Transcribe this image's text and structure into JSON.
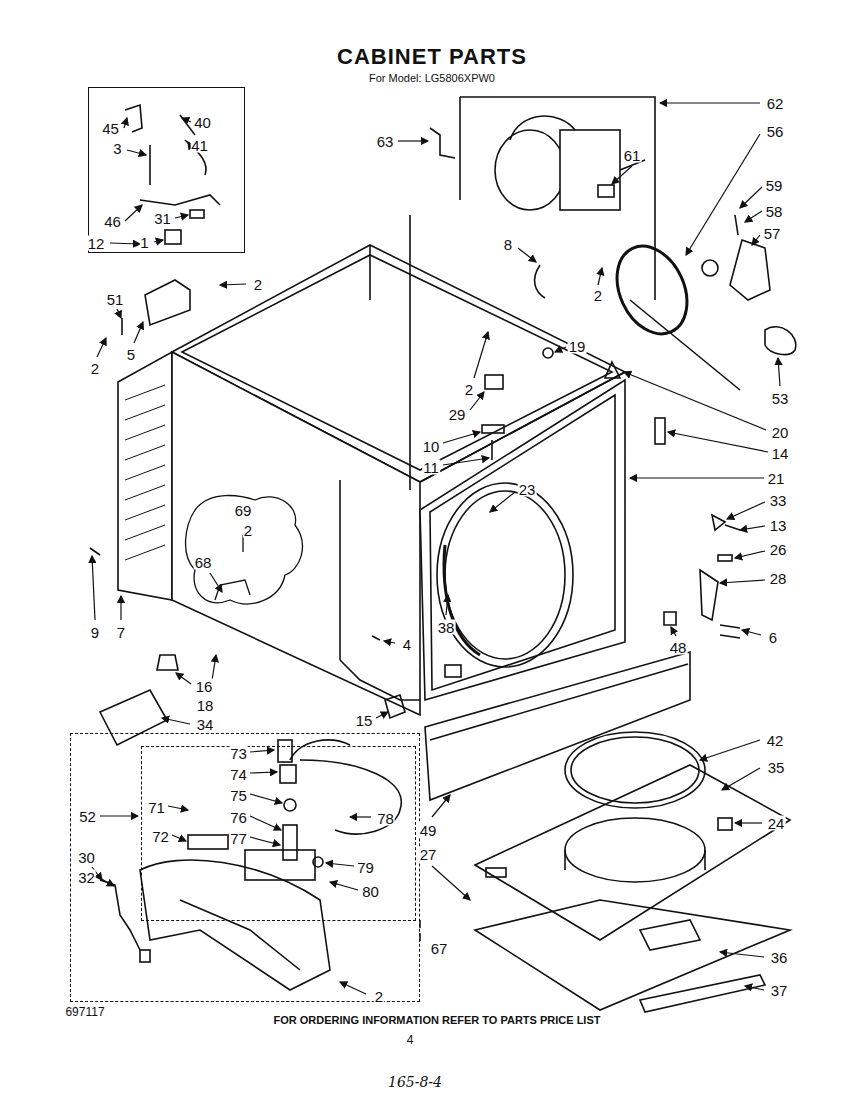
{
  "diagram": {
    "title": "CABINET PARTS",
    "nodes": [
      {
        "text": [
          "45",
          "40",
          "3",
          "41",
          "46",
          "31",
          "1"
        ]
      },
      {
        "text": [
          "52",
          "30",
          "32"
        ]
      },
      {
        "text": [
          "73",
          "74",
          "75",
          "71",
          "76",
          "77",
          "72",
          "78",
          "79",
          "80"
        ],
        "in": 1
      }
    ],
    "labels": [
      "For Model: LG5806XPW0",
      "62",
      "56",
      "63",
      "61",
      "59",
      "58",
      "57",
      "12",
      "8",
      "2",
      "2",
      "51",
      "19",
      "5",
      "2",
      "2",
      "53",
      "29",
      "20",
      "10",
      "14",
      "11",
      "21",
      "23",
      "33",
      "69",
      "13",
      "2",
      "26",
      "68",
      "28",
      "38",
      "9",
      "7",
      "6",
      "4",
      "48",
      "16",
      "18",
      "15",
      "34",
      "42",
      "35",
      "24",
      "49",
      "27",
      "67",
      "36",
      "2",
      "37",
      "697117",
      "FOR ORDERING INFORMATION REFER TO PARTS PRICE LIST",
      "4",
      "165-8-4"
    ]
  }
}
